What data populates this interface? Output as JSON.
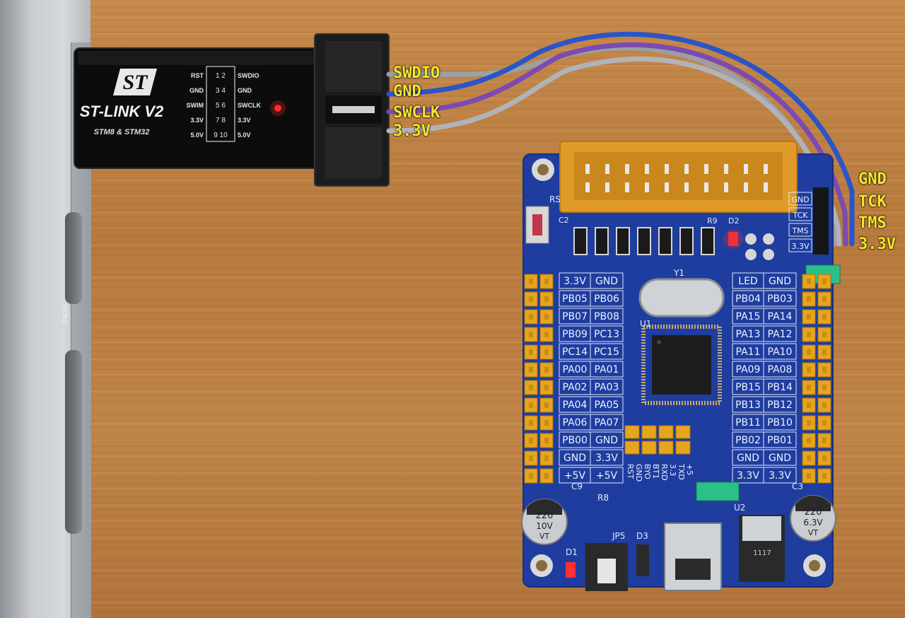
{
  "stlink": {
    "brand_logo": "ST",
    "product_name": "ST-LINK V2",
    "subtitle": "STM8 & STM32",
    "pinout": [
      {
        "left": "RST",
        "pins": "1 2",
        "right": "SWDIO"
      },
      {
        "left": "GND",
        "pins": "3 4",
        "right": "GND"
      },
      {
        "left": "SWIM",
        "pins": "5 6",
        "right": "SWCLK"
      },
      {
        "left": "3.3V",
        "pins": "7 8",
        "right": "3.3V"
      },
      {
        "left": "5.0V",
        "pins": "9 10",
        "right": "5.0V"
      }
    ]
  },
  "programmer_labels": [
    "SWDIO",
    "GND",
    "SWCLK",
    "3.3V"
  ],
  "board_labels": [
    "GND",
    "TCK",
    "TMS",
    "3.3V"
  ],
  "laptop_port_label": "HDMI",
  "board": {
    "left_header": [
      [
        "3.3V",
        "GND"
      ],
      [
        "PB05",
        "PB06"
      ],
      [
        "PB07",
        "PB08"
      ],
      [
        "PB09",
        "PC13"
      ],
      [
        "PC14",
        "PC15"
      ],
      [
        "PA00",
        "PA01"
      ],
      [
        "PA02",
        "PA03"
      ],
      [
        "PA04",
        "PA05"
      ],
      [
        "PA06",
        "PA07"
      ],
      [
        "PB00",
        "GND"
      ],
      [
        "GND",
        "3.3V"
      ],
      [
        "+5V",
        "+5V"
      ]
    ],
    "right_header": [
      [
        "LED",
        "GND"
      ],
      [
        "PB04",
        "PB03"
      ],
      [
        "PA15",
        "PA14"
      ],
      [
        "PA13",
        "PA12"
      ],
      [
        "PA11",
        "PA10"
      ],
      [
        "PA09",
        "PA08"
      ],
      [
        "PB15",
        "PB14"
      ],
      [
        "PB13",
        "PB12"
      ],
      [
        "PB11",
        "PB10"
      ],
      [
        "PB02",
        "PB01"
      ],
      [
        "GND",
        "GND"
      ],
      [
        "3.3V",
        "3.3V"
      ]
    ],
    "swd_header": [
      "GND",
      "TCK",
      "TMS",
      "3.3V"
    ],
    "uart_header": [
      "RST",
      "GND",
      "BYO",
      "BT1",
      "RXD",
      "3.3",
      "TXD",
      "+5"
    ],
    "components": {
      "crystal": "Y1",
      "mcu": "U1",
      "regulator": "U2",
      "reg_marking": "1117",
      "led": "D1",
      "diode": "D3",
      "reset": "RS",
      "jumper": "JP5",
      "cap_left_a": "220",
      "cap_left_b": "10V",
      "cap_left_c": "VT",
      "cap_right_a": "220",
      "cap_right_b": "6.3V",
      "cap_right_c": "VT",
      "c9": "C9",
      "c3": "C3",
      "r8": "R8",
      "c2": "C2",
      "d2": "D2",
      "r9": "R9"
    }
  },
  "colors": {
    "wire_swdio": "#9aa0a6",
    "wire_gnd": "#2a55c8",
    "wire_swclk": "#7b4ab2",
    "wire_33v": "#b0b4b8",
    "pcb": "#1f3d9e",
    "header": "#e6a51c",
    "label": "#f6e62a",
    "led_red": "#ff2a2a"
  }
}
